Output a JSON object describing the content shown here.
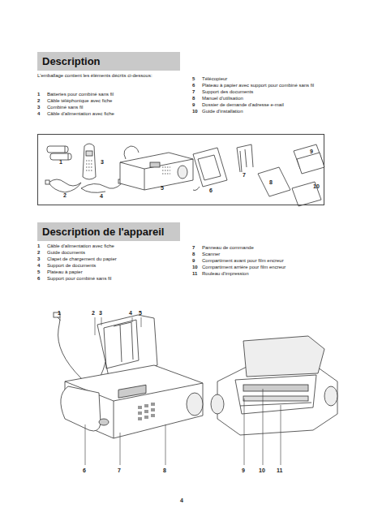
{
  "diagram": {
    "nodes": [
      {
        "text": [
          "Description"
        ]
      },
      {
        "text": [
          "1",
          "3",
          "2",
          "4",
          "5",
          "6",
          "7",
          "8",
          "9",
          "10"
        ]
      },
      {
        "text": [
          "Description de l'appareil"
        ]
      }
    ],
    "labels": [
      "L'emballage contient les éléments décrits ci-dessous:",
      "1",
      "Batteries pour combiné sans fil",
      "2",
      "Câble téléphonique avec fiche",
      "3",
      "Combiné sans fil",
      "4",
      "Câble d'alimentation avec fiche",
      "5",
      "Télécopieur",
      "6",
      "Plateau à papier avec support pour combiné sans fil",
      "7",
      "Support des documents",
      "8",
      "Manuel d'utilisation",
      "9",
      "Dossier de demande d'adresse e-mail",
      "10",
      "Guide d'installation",
      "1",
      "Câble d'alimentation avec fiche",
      "2",
      "Guide documents",
      "3",
      "Clapet de chargement du papier",
      "4",
      "Support de documents",
      "5",
      "Plateau à papier",
      "6",
      "Support pour combiné sans fil",
      "7",
      "Panneau de commande",
      "8",
      "Scanner",
      "9",
      "Compartiment avant pour film encreur",
      "10",
      "Compartiment arrière pour film encreur",
      "11",
      "Rouleau d'impression",
      "1",
      "2",
      "3",
      "4",
      "5",
      "6",
      "7",
      "8",
      "9",
      "10",
      "11",
      "4"
    ]
  }
}
